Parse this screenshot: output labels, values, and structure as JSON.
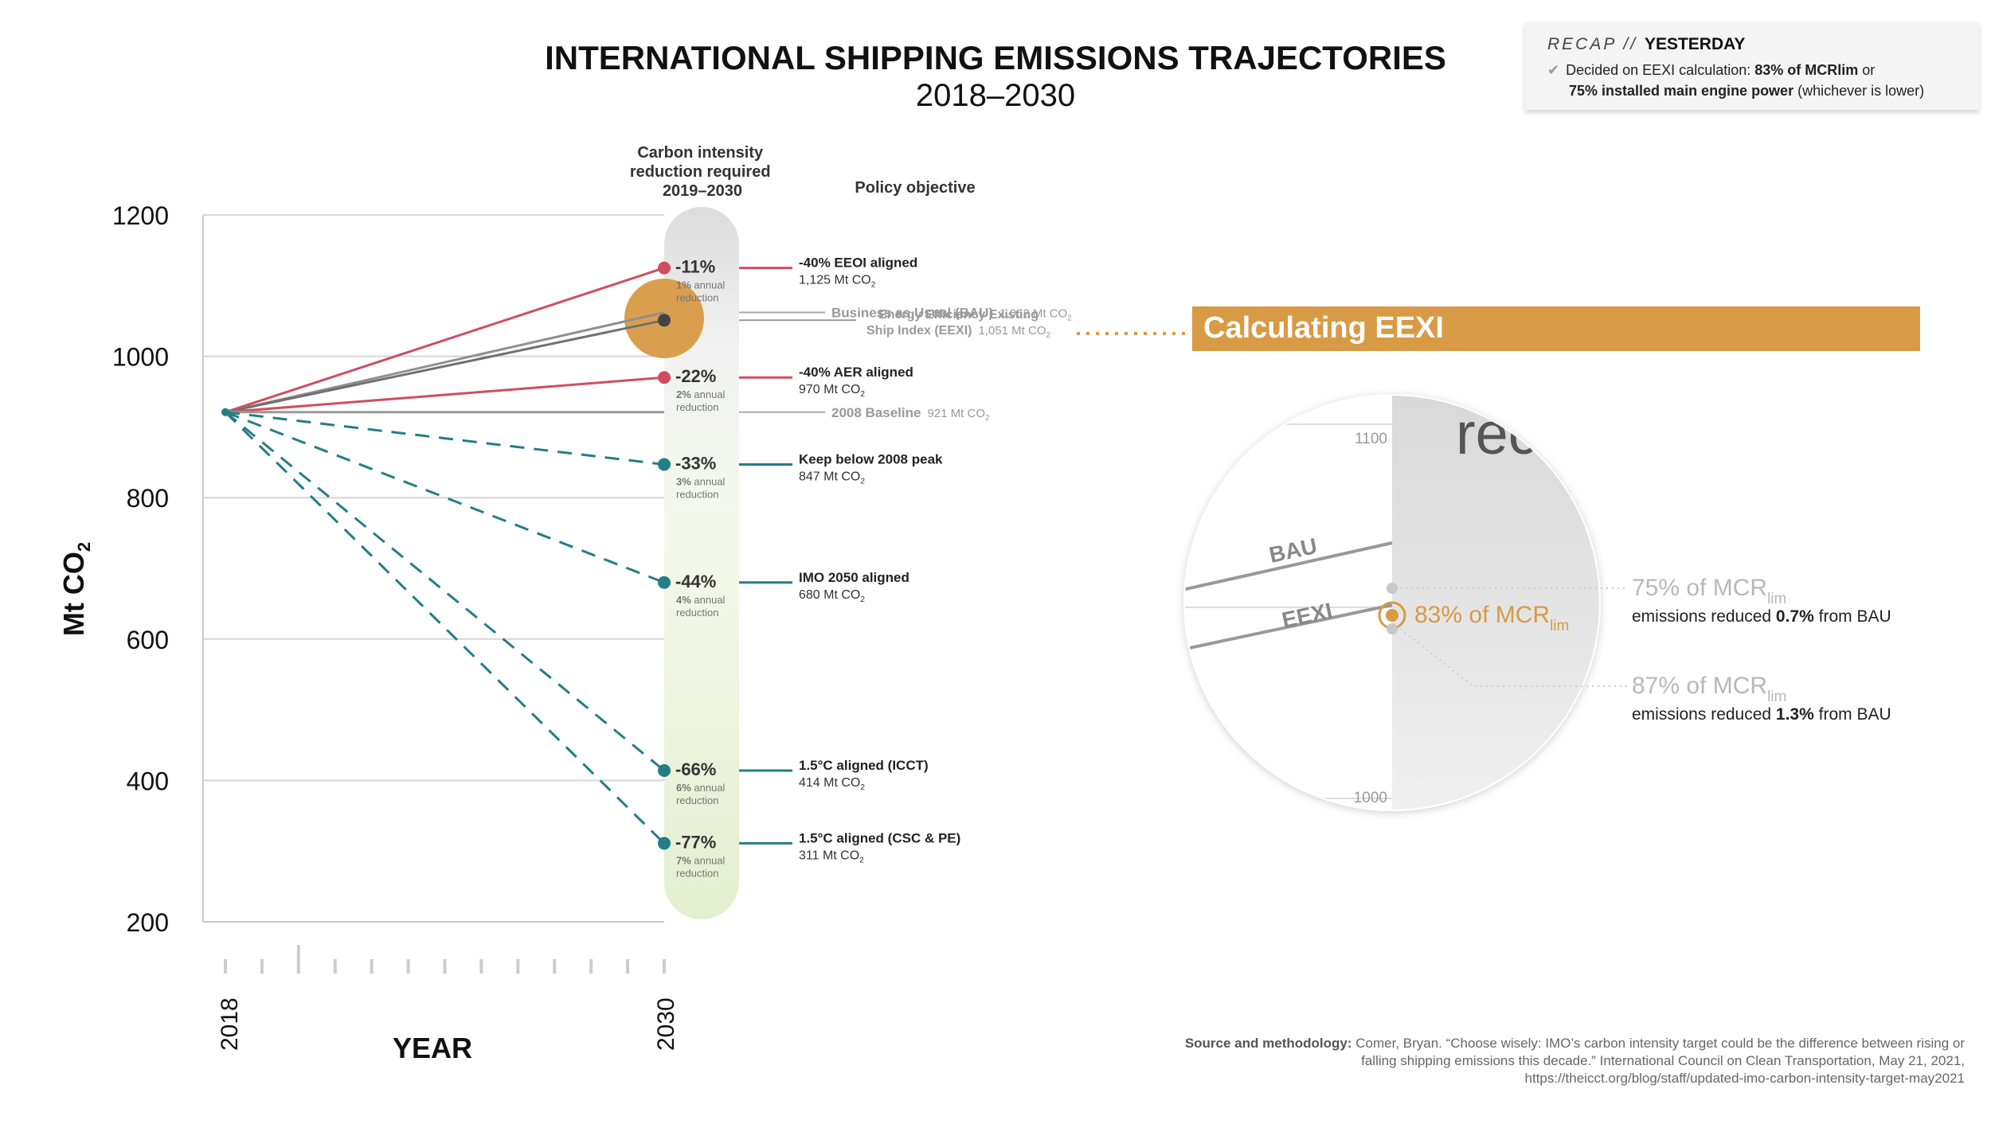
{
  "title": "INTERNATIONAL SHIPPING EMISSIONS TRAJECTORIES",
  "subtitle": "2018–2030",
  "recap": {
    "label": "RECAP",
    "separator": "//",
    "heading": "YESTERDAY",
    "line1_prefix": "Decided on EEXI calculation: ",
    "line1_bold": "83% of MCRlim",
    "line1_suffix": " or",
    "line2_bold": "75% installed main engine power",
    "line2_suffix": " (whichever is lower)",
    "check_icon": "check-icon"
  },
  "column_headers": {
    "reduction_line1": "Carbon intensity",
    "reduction_line2": "reduction required",
    "reduction_line3": "2019–2030",
    "policy": "Policy objective"
  },
  "axes": {
    "ylabel_main": "Mt CO",
    "ylabel_sub": "2",
    "xlabel": "YEAR",
    "x_start_label": "2018",
    "x_end_label": "2030",
    "yticks": [
      "1200",
      "1000",
      "800",
      "600",
      "400",
      "200"
    ]
  },
  "chart_data": {
    "type": "line",
    "x": [
      2018,
      2030
    ],
    "ylim": [
      200,
      1200
    ],
    "xlim": [
      2018,
      2030
    ],
    "xlabel": "YEAR",
    "ylabel": "Mt CO2",
    "start_value": 921,
    "grid": true,
    "series": [
      {
        "name": "-40% EEOI aligned",
        "value_label": "1,125 Mt CO2",
        "end": 1125,
        "reduction": "-11%",
        "annual": "1% annual",
        "annual2": "reduction",
        "style": "solid",
        "color": "#d04d60",
        "marker": true
      },
      {
        "name": "Business as Usual (BAU)",
        "value_label": "1,062 Mt CO2",
        "end": 1062,
        "style": "solid",
        "color": "#8f8f8f",
        "marker": false
      },
      {
        "name": "Energy Efficiency Existing Ship Index (EEXI)",
        "value_label": "1,051 Mt CO2",
        "end": 1051,
        "style": "solid",
        "color": "#707070",
        "marker": true
      },
      {
        "name": "-40% AER aligned",
        "value_label": "970 Mt CO2",
        "end": 970,
        "reduction": "-22%",
        "annual": "2% annual",
        "annual2": "reduction",
        "style": "solid",
        "color": "#d04d60",
        "marker": true
      },
      {
        "name": "2008 Baseline",
        "value_label": "921 Mt CO2",
        "end": 921,
        "style": "solid",
        "color": "#999999",
        "marker": false
      },
      {
        "name": "Keep below 2008 peak",
        "value_label": "847 Mt CO2",
        "end": 847,
        "reduction": "-33%",
        "annual": "3% annual",
        "annual2": "reduction",
        "style": "dashed",
        "color": "#237e86",
        "marker": true
      },
      {
        "name": "IMO 2050 aligned",
        "value_label": "680 Mt CO2",
        "end": 680,
        "reduction": "-44%",
        "annual": "4% annual",
        "annual2": "reduction",
        "style": "dashed",
        "color": "#237e86",
        "marker": true
      },
      {
        "name": "1.5°C aligned (ICCT)",
        "value_label": "414 Mt CO2",
        "end": 414,
        "reduction": "-66%",
        "annual": "6% annual",
        "annual2": "reduction",
        "style": "dashed",
        "color": "#237e86",
        "marker": true
      },
      {
        "name": "1.5°C aligned (CSC & PE)",
        "value_label": "311 Mt CO2",
        "end": 311,
        "reduction": "-77%",
        "annual": "7% annual",
        "annual2": "reduction",
        "style": "dashed",
        "color": "#237e86",
        "marker": true
      }
    ]
  },
  "policy_labels": [
    {
      "name": "-40% EEOI aligned",
      "value": "1,125 Mt CO",
      "sub": "2"
    },
    {
      "name": "Business as Usual (BAU)",
      "value": "1,062 Mt CO",
      "sub": "2"
    },
    {
      "name_line1": "Energy Efficiency Existing",
      "name_line2": "Ship Index (EEXI)",
      "value": "1,051 Mt CO",
      "sub": "2"
    },
    {
      "name": "-40% AER aligned",
      "value": "970 Mt CO",
      "sub": "2"
    },
    {
      "name": "2008 Baseline",
      "value": "921 Mt CO",
      "sub": "2"
    },
    {
      "name": "Keep below 2008 peak",
      "value": "847 Mt CO",
      "sub": "2"
    },
    {
      "name": "IMO 2050 aligned",
      "value": "680 Mt CO",
      "sub": "2"
    },
    {
      "name": "1.5°C aligned (ICCT)",
      "value": "414 Mt CO",
      "sub": "2"
    },
    {
      "name": "1.5°C aligned (CSC & PE)",
      "value": "311 Mt CO",
      "sub": "2"
    }
  ],
  "eexi_panel": {
    "banner": "Calculating EEXI",
    "tick_top": "1100",
    "tick_bottom": "1000",
    "cut_text": "rec",
    "bau_label": "BAU",
    "eexi_label": "EEXI",
    "mcr83_prefix": "83% of MCR",
    "mcr83_sub": "lim",
    "mcr75_prefix": "75% of MCR",
    "mcr75_sub": "lim",
    "mcr75_desc_prefix": "emissions reduced ",
    "mcr75_desc_bold": "0.7%",
    "mcr75_desc_suffix": " from BAU",
    "mcr87_prefix": "87% of MCR",
    "mcr87_sub": "lim",
    "mcr87_desc_prefix": "emissions reduced ",
    "mcr87_desc_bold": "1.3%",
    "mcr87_desc_suffix": " from BAU"
  },
  "source": {
    "label": "Source and methodology:",
    "text": " Comer, Bryan. “Choose wisely: IMO’s carbon intensity target could be the difference between rising or falling shipping emissions this decade.” International Council on Clean Transportation, May 21, 2021, https://theicct.org/blog/staff/updated-imo-carbon-intensity-target-may2021"
  },
  "colors": {
    "red": "#d04d60",
    "teal": "#237e86",
    "gray": "#8f8f8f",
    "orange": "#d89a45"
  }
}
